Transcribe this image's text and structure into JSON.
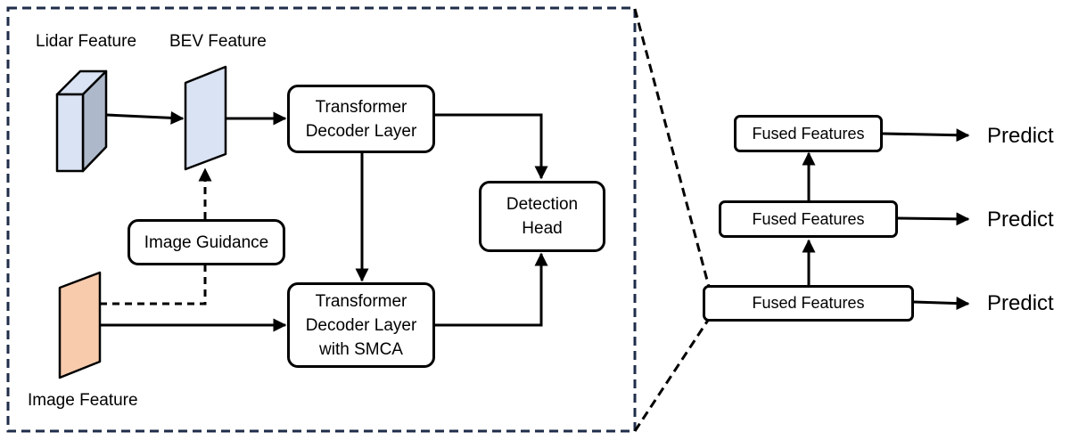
{
  "labels": {
    "lidar_feature": "Lidar Feature",
    "bev_feature": "BEV Feature",
    "image_feature": "Image Feature"
  },
  "boxes": {
    "decoder_layer": "Transformer\nDecoder Layer",
    "image_guidance": "Image Guidance",
    "decoder_layer_smca": "Transformer\nDecoder Layer\nwith SMCA",
    "detection_head": "Detection\nHead"
  },
  "fused": {
    "top": "Fused Features",
    "middle": "Fused Features",
    "bottom": "Fused Features"
  },
  "predict": {
    "top": "Predict",
    "middle": "Predict",
    "bottom": "Predict"
  },
  "colors": {
    "dashed_frame": "#1f2d4a",
    "lidar_front": "#dae3f3",
    "lidar_side": "#adb9ca",
    "bev_plane": "#dae3f3",
    "image_plane": "#f8cbad"
  }
}
